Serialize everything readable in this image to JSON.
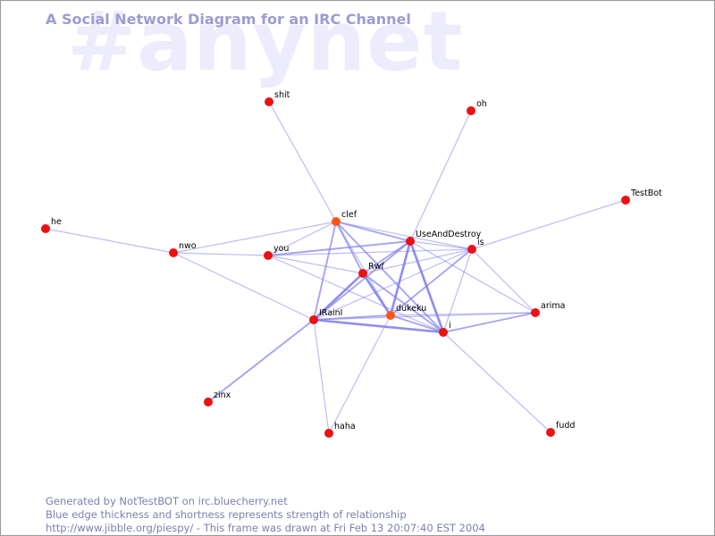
{
  "watermark": "#anynet",
  "title": "A Social Network Diagram for an IRC Channel",
  "footer": [
    "Generated by NotTestBOT on irc.bluecherry.net",
    "Blue edge thickness and shortness represents strength of relationship",
    "http://www.jibble.org/piespy/ - This frame was drawn at Fri Feb 13 20:07:40 EST 2004"
  ],
  "colors": {
    "node": "#ee1111",
    "node_active": "#ff5511",
    "edge": "#8080ee",
    "title": "#9c9cd2",
    "watermark": "#ececfc"
  },
  "nodes": [
    {
      "id": "shit",
      "label": "shit"
    },
    {
      "id": "oh",
      "label": "oh"
    },
    {
      "id": "TestBot",
      "label": "TestBot"
    },
    {
      "id": "he",
      "label": "he"
    },
    {
      "id": "nwo",
      "label": "nwo"
    },
    {
      "id": "you",
      "label": "you"
    },
    {
      "id": "clef",
      "label": "clef",
      "active": true
    },
    {
      "id": "UseAndDestroy",
      "label": "UseAndDestroy"
    },
    {
      "id": "is",
      "label": "is"
    },
    {
      "id": "Rwf",
      "label": "Rwf"
    },
    {
      "id": "IRainI",
      "label": "IRainI"
    },
    {
      "id": "dukeku",
      "label": "dukeku",
      "active": true
    },
    {
      "id": "i",
      "label": "i"
    },
    {
      "id": "arima",
      "label": "arima"
    },
    {
      "id": "zinx",
      "label": "zinx"
    },
    {
      "id": "haha",
      "label": "haha"
    },
    {
      "id": "fudd",
      "label": "fudd"
    }
  ],
  "edges": [
    {
      "source": "shit",
      "target": "clef",
      "weight": 1
    },
    {
      "source": "oh",
      "target": "UseAndDestroy",
      "weight": 1
    },
    {
      "source": "TestBot",
      "target": "is",
      "weight": 1
    },
    {
      "source": "he",
      "target": "nwo",
      "weight": 1
    },
    {
      "source": "nwo",
      "target": "clef",
      "weight": 1
    },
    {
      "source": "nwo",
      "target": "you",
      "weight": 1
    },
    {
      "source": "nwo",
      "target": "IRainI",
      "weight": 1
    },
    {
      "source": "you",
      "target": "clef",
      "weight": 1
    },
    {
      "source": "you",
      "target": "UseAndDestroy",
      "weight": 2
    },
    {
      "source": "you",
      "target": "is",
      "weight": 1
    },
    {
      "source": "you",
      "target": "Rwf",
      "weight": 1
    },
    {
      "source": "you",
      "target": "i",
      "weight": 1
    },
    {
      "source": "clef",
      "target": "UseAndDestroy",
      "weight": 2
    },
    {
      "source": "clef",
      "target": "is",
      "weight": 1
    },
    {
      "source": "clef",
      "target": "Rwf",
      "weight": 2
    },
    {
      "source": "clef",
      "target": "IRainI",
      "weight": 2
    },
    {
      "source": "clef",
      "target": "dukeku",
      "weight": 1
    },
    {
      "source": "clef",
      "target": "i",
      "weight": 2
    },
    {
      "source": "UseAndDestroy",
      "target": "Rwf",
      "weight": 2
    },
    {
      "source": "UseAndDestroy",
      "target": "IRainI",
      "weight": 2
    },
    {
      "source": "UseAndDestroy",
      "target": "dukeku",
      "weight": 3
    },
    {
      "source": "UseAndDestroy",
      "target": "i",
      "weight": 3
    },
    {
      "source": "UseAndDestroy",
      "target": "is",
      "weight": 1
    },
    {
      "source": "UseAndDestroy",
      "target": "arima",
      "weight": 1
    },
    {
      "source": "is",
      "target": "Rwf",
      "weight": 1
    },
    {
      "source": "is",
      "target": "IRainI",
      "weight": 1
    },
    {
      "source": "is",
      "target": "dukeku",
      "weight": 2
    },
    {
      "source": "is",
      "target": "i",
      "weight": 1
    },
    {
      "source": "is",
      "target": "arima",
      "weight": 1
    },
    {
      "source": "Rwf",
      "target": "IRainI",
      "weight": 3
    },
    {
      "source": "Rwf",
      "target": "dukeku",
      "weight": 3
    },
    {
      "source": "Rwf",
      "target": "i",
      "weight": 2
    },
    {
      "source": "IRainI",
      "target": "dukeku",
      "weight": 2
    },
    {
      "source": "IRainI",
      "target": "i",
      "weight": 3
    },
    {
      "source": "IRainI",
      "target": "zinx",
      "weight": 2
    },
    {
      "source": "IRainI",
      "target": "haha",
      "weight": 1
    },
    {
      "source": "IRainI",
      "target": "arima",
      "weight": 1
    },
    {
      "source": "dukeku",
      "target": "i",
      "weight": 2
    },
    {
      "source": "dukeku",
      "target": "arima",
      "weight": 1
    },
    {
      "source": "dukeku",
      "target": "haha",
      "weight": 1
    },
    {
      "source": "i",
      "target": "arima",
      "weight": 2
    },
    {
      "source": "i",
      "target": "fudd",
      "weight": 1
    }
  ]
}
